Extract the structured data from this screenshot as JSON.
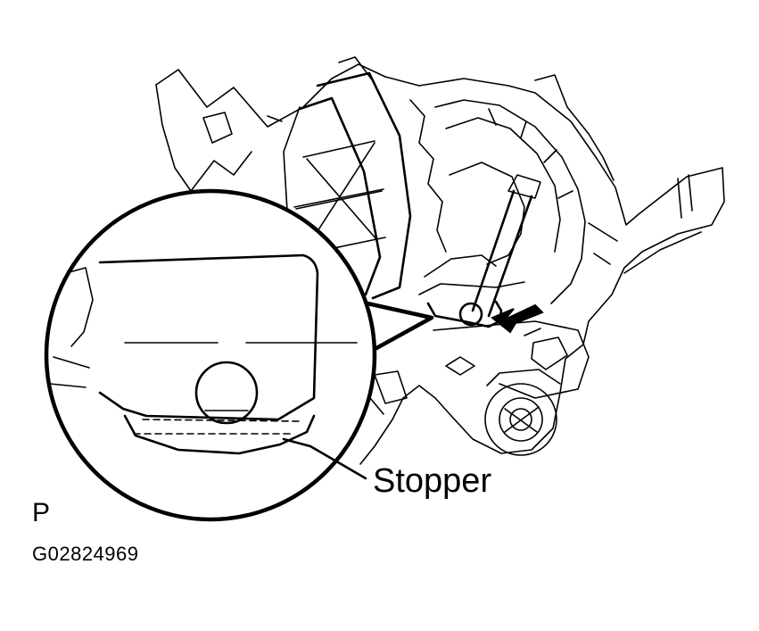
{
  "diagram": {
    "callout_label": "Stopper",
    "view_mark": "P",
    "figure_code": "G02824969",
    "line_color": "#000000",
    "background_color": "#ffffff",
    "icons": [
      "direction-arrow-icon",
      "stopper-circle-icon"
    ]
  }
}
